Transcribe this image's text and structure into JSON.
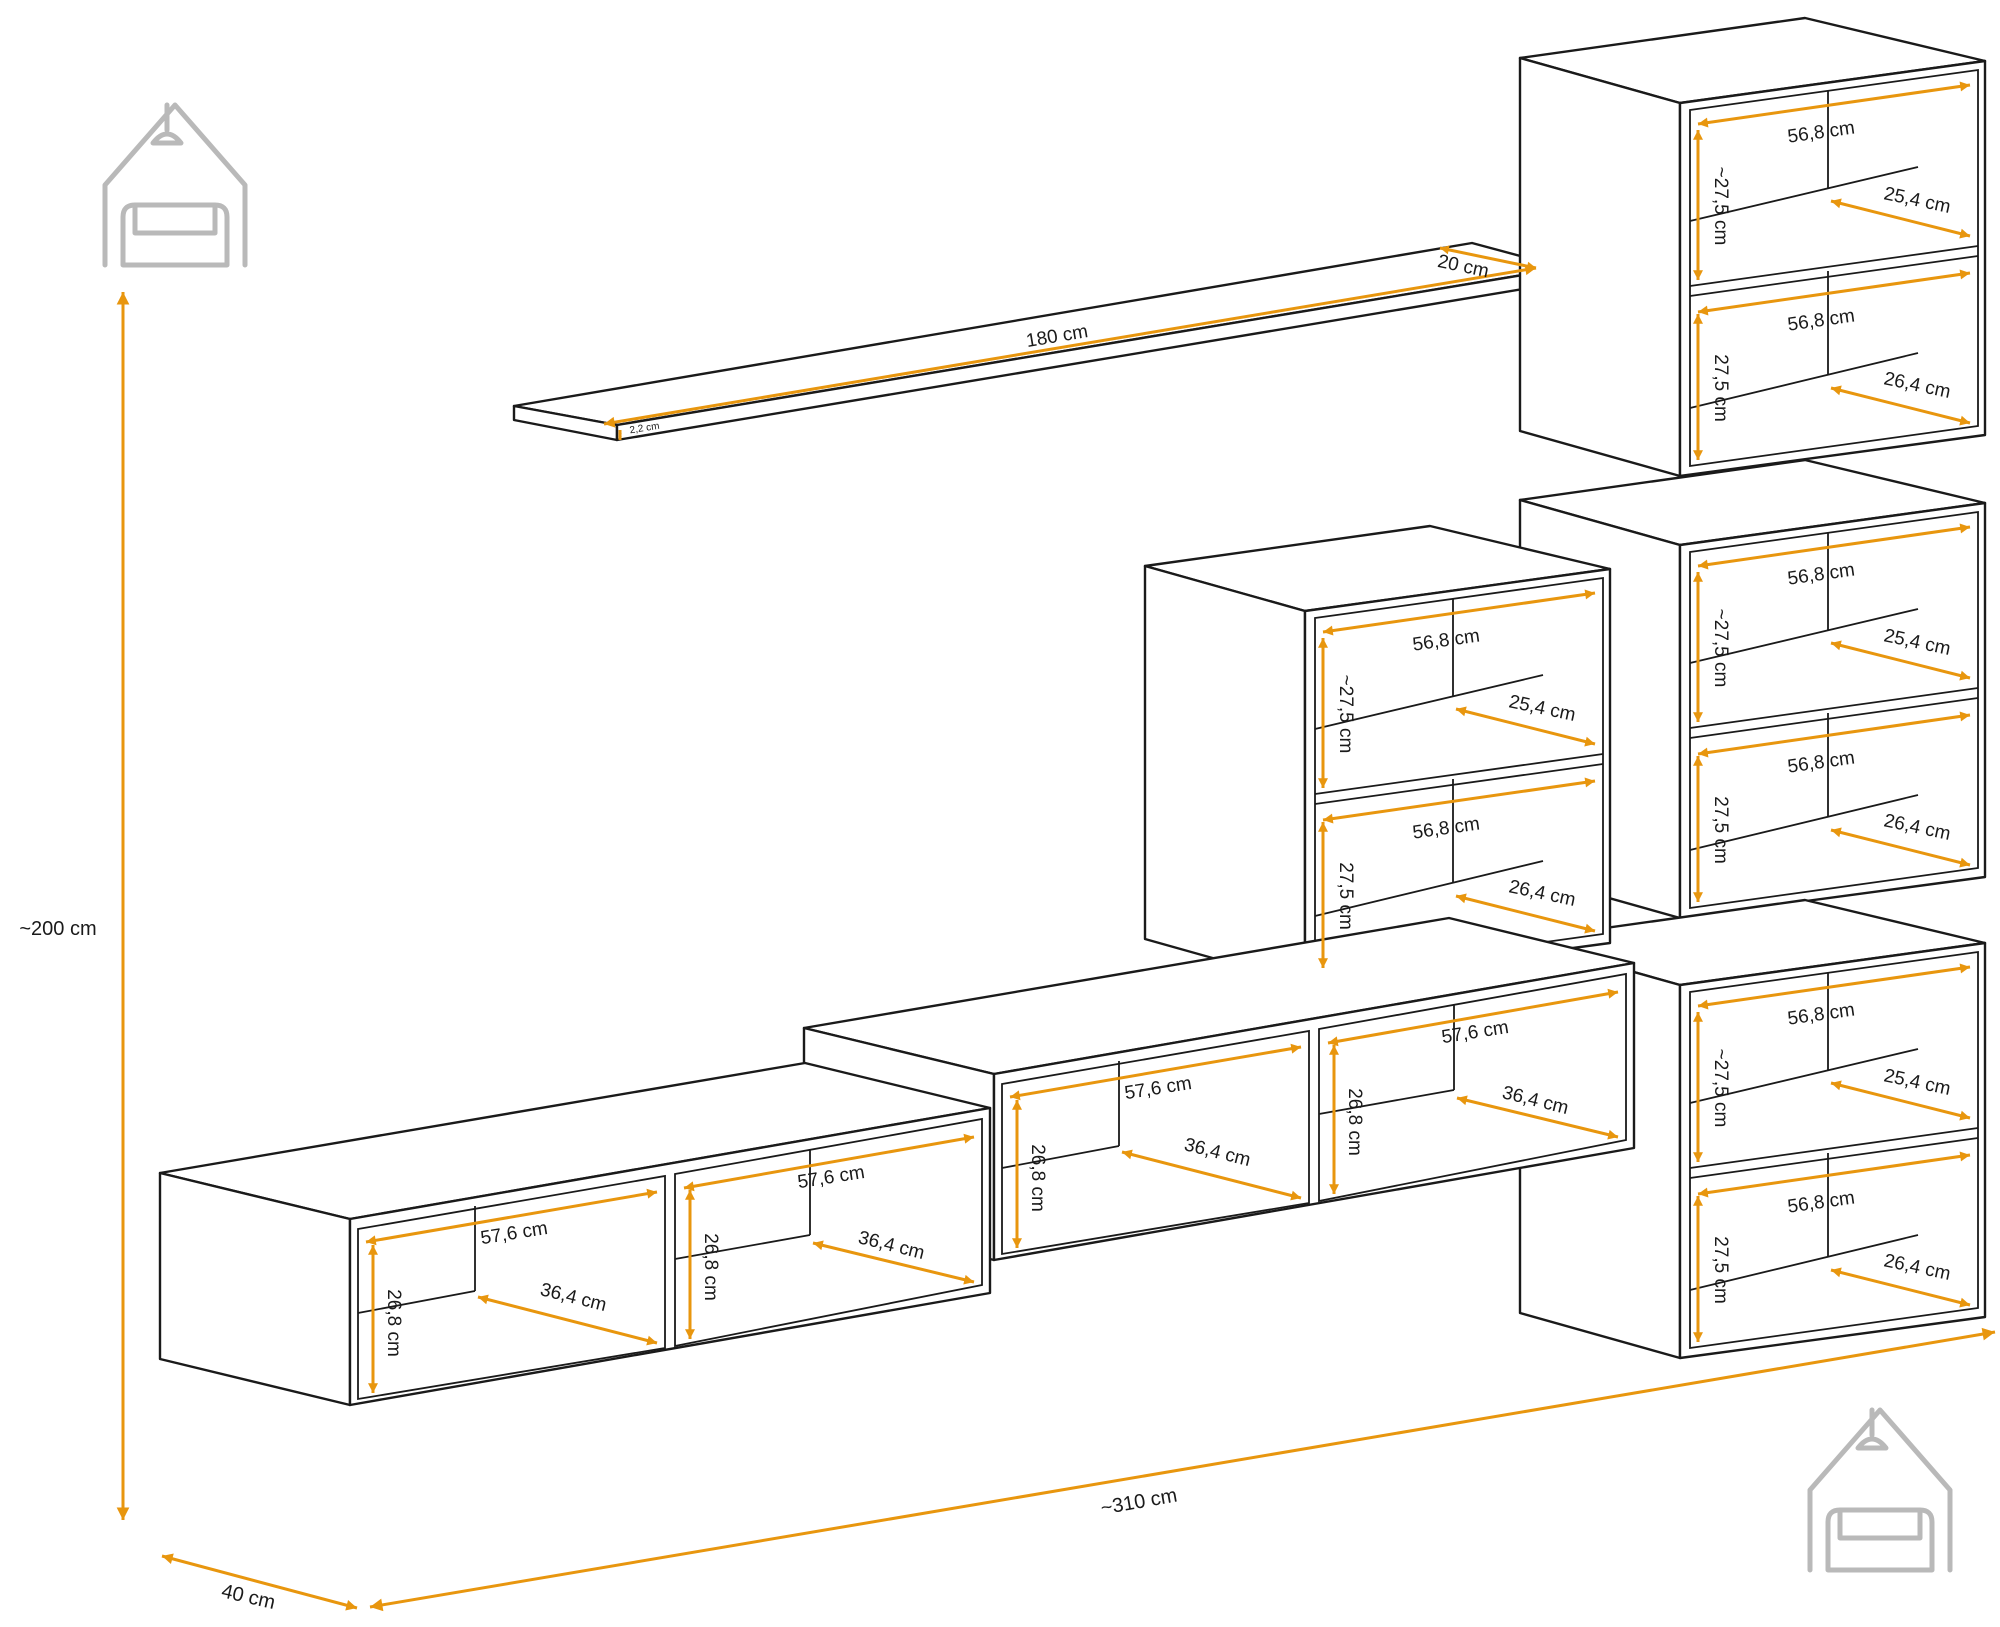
{
  "colors": {
    "dimension_line": "#e8960e",
    "outline": "#1a1a1a",
    "logo": "#b9b9b9",
    "background": "#ffffff"
  },
  "icons": [
    "house-sofa-logo-icon",
    "house-sofa-logo-icon"
  ],
  "overall": {
    "height": "~200 cm",
    "width": "~310 cm",
    "depth": "40 cm"
  },
  "shelf": {
    "length": "180 cm",
    "depth": "20 cm",
    "thickness": "2,2 cm"
  },
  "wall_cabinet": {
    "width": "56,8 cm",
    "height_top": "~27,5 cm",
    "height_bottom": "27,5 cm",
    "depth_top": "25,4 cm",
    "depth_bottom": "26,4 cm"
  },
  "tv_unit": {
    "width": "57,6 cm",
    "height": "26,8 cm",
    "depth": "36,4 cm"
  }
}
